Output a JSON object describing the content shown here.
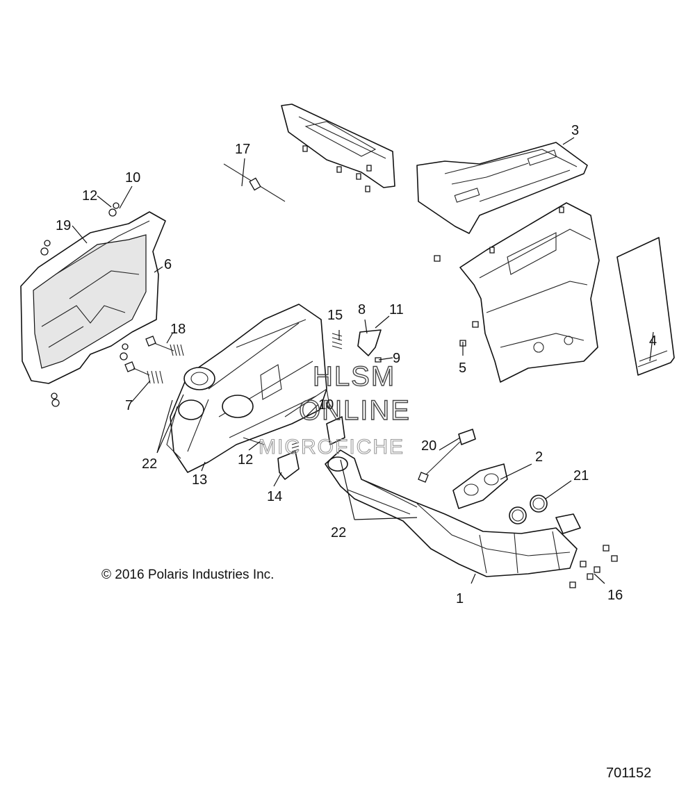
{
  "callouts": [
    {
      "id": "c1",
      "text": "1"
    },
    {
      "id": "c2",
      "text": "2"
    },
    {
      "id": "c3",
      "text": "3"
    },
    {
      "id": "c4",
      "text": "4"
    },
    {
      "id": "c5",
      "text": "5"
    },
    {
      "id": "c6",
      "text": "6"
    },
    {
      "id": "c7",
      "text": "7"
    },
    {
      "id": "c8",
      "text": "8"
    },
    {
      "id": "c9",
      "text": "9"
    },
    {
      "id": "c10a",
      "text": "10"
    },
    {
      "id": "c10b",
      "text": "10"
    },
    {
      "id": "c11",
      "text": "11"
    },
    {
      "id": "c12a",
      "text": "12"
    },
    {
      "id": "c12b",
      "text": "12"
    },
    {
      "id": "c13",
      "text": "13"
    },
    {
      "id": "c14",
      "text": "14"
    },
    {
      "id": "c15",
      "text": "15"
    },
    {
      "id": "c16",
      "text": "16"
    },
    {
      "id": "c17",
      "text": "17"
    },
    {
      "id": "c18",
      "text": "18"
    },
    {
      "id": "c19",
      "text": "19"
    },
    {
      "id": "c20",
      "text": "20"
    },
    {
      "id": "c21",
      "text": "21"
    },
    {
      "id": "c22a",
      "text": "22"
    },
    {
      "id": "c22b",
      "text": "22"
    }
  ],
  "copyright": "© 2016  Polaris Industries Inc.",
  "diagram_number": "701152",
  "watermark": {
    "line1": "HLSM",
    "line2": "ONLINE",
    "line3": "MICROFICHE"
  }
}
